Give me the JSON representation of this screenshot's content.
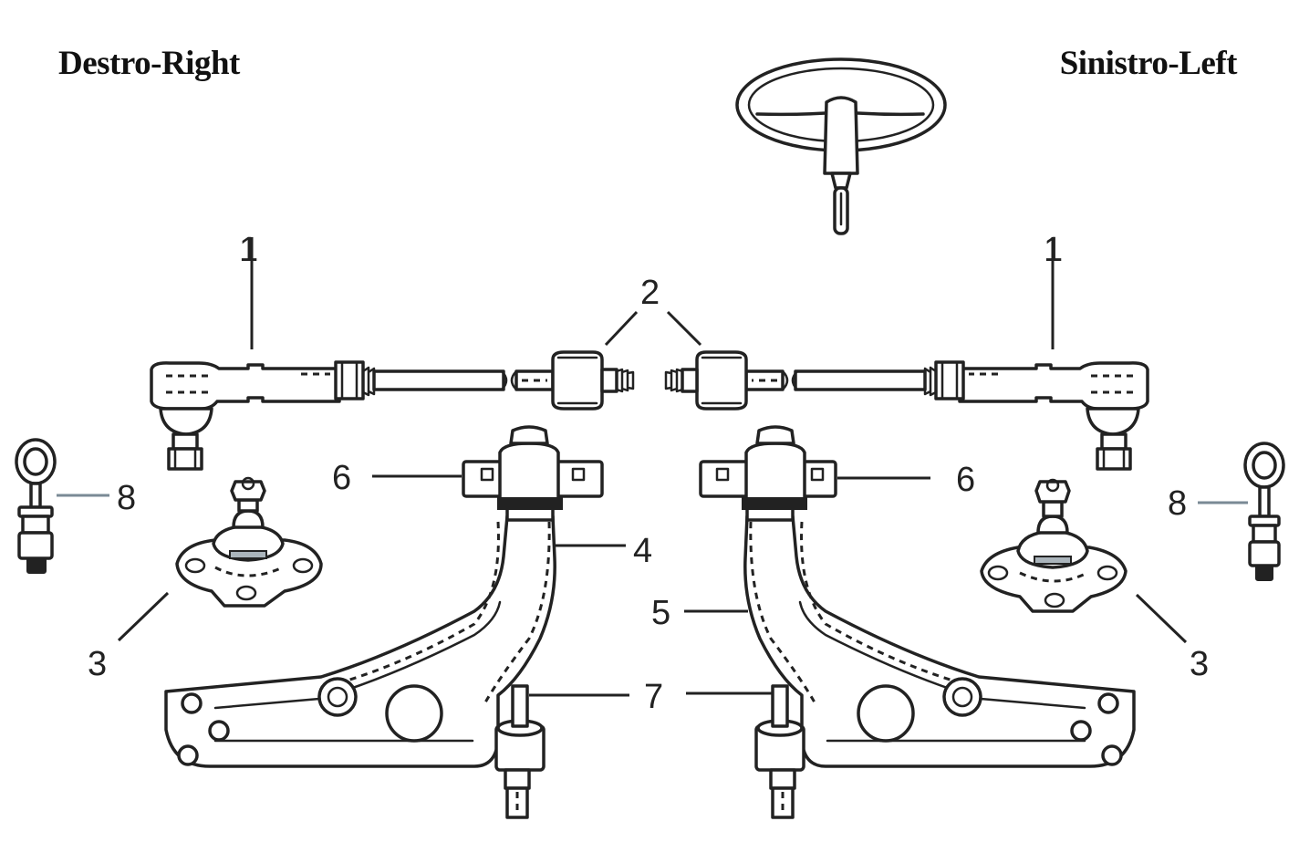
{
  "titles": {
    "right_side": "Destro-Right",
    "left_side": "Sinistro-Left"
  },
  "callouts": {
    "tie_rod_end_right": "1",
    "tie_rod_end_left": "1",
    "inner_joints": "2",
    "ball_joint_right": "3",
    "ball_joint_left": "3",
    "control_arm_right": "4",
    "control_arm_left": "5",
    "bracket_right": "6",
    "bracket_left": "6",
    "arm_bushing": "7",
    "stabilizer_link_right": "8",
    "stabilizer_link_left": "8"
  }
}
